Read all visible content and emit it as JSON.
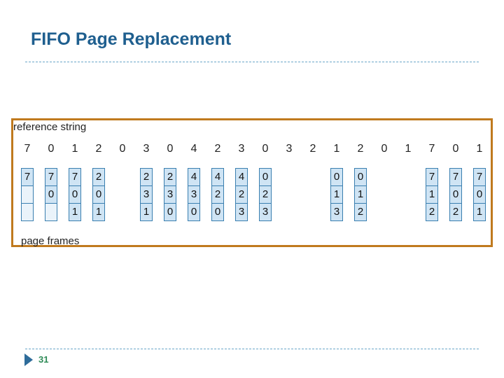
{
  "slide": {
    "title": "FIFO Page Replacement",
    "page_number": "31"
  },
  "figure": {
    "reference_label": "reference string",
    "frames_label": "page frames",
    "reference_string": [
      "7",
      "0",
      "1",
      "2",
      "0",
      "3",
      "0",
      "4",
      "2",
      "3",
      "0",
      "3",
      "2",
      "1",
      "2",
      "0",
      "1",
      "7",
      "0",
      "1"
    ],
    "frame_columns": [
      {
        "ref_index": 0,
        "frames": [
          "7",
          "",
          ""
        ]
      },
      {
        "ref_index": 1,
        "frames": [
          "7",
          "0",
          ""
        ]
      },
      {
        "ref_index": 2,
        "frames": [
          "7",
          "0",
          "1"
        ]
      },
      {
        "ref_index": 3,
        "frames": [
          "2",
          "0",
          "1"
        ]
      },
      {
        "ref_index": 5,
        "frames": [
          "2",
          "3",
          "1"
        ]
      },
      {
        "ref_index": 6,
        "frames": [
          "2",
          "3",
          "0"
        ]
      },
      {
        "ref_index": 7,
        "frames": [
          "4",
          "3",
          "0"
        ]
      },
      {
        "ref_index": 8,
        "frames": [
          "4",
          "2",
          "0"
        ]
      },
      {
        "ref_index": 9,
        "frames": [
          "4",
          "2",
          "3"
        ]
      },
      {
        "ref_index": 10,
        "frames": [
          "0",
          "2",
          "3"
        ]
      },
      {
        "ref_index": 13,
        "frames": [
          "0",
          "1",
          "3"
        ]
      },
      {
        "ref_index": 14,
        "frames": [
          "0",
          "1",
          "2"
        ]
      },
      {
        "ref_index": 17,
        "frames": [
          "7",
          "1",
          "2"
        ]
      },
      {
        "ref_index": 18,
        "frames": [
          "7",
          "0",
          "2"
        ]
      },
      {
        "ref_index": 19,
        "frames": [
          "7",
          "0",
          "1"
        ]
      }
    ]
  },
  "colors": {
    "title": "#1f5f8f",
    "figure_border": "#c07a1e",
    "frame_fill": "#cfe4f4",
    "frame_border": "#3a7fb0",
    "page_number": "#2e8b57"
  }
}
